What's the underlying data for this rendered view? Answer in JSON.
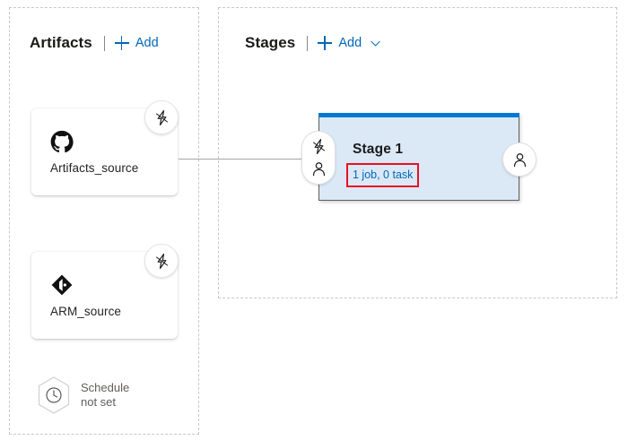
{
  "artifacts": {
    "title": "Artifacts",
    "add_label": "Add",
    "add_icon": "plus-icon",
    "cards": [
      {
        "label": "Artifacts_source",
        "icon": "github-icon",
        "badge_icon": "lightning-bolt-icon"
      },
      {
        "label": "ARM_source",
        "icon": "azure-repos-icon",
        "badge_icon": "lightning-bolt-icon"
      }
    ],
    "schedule": {
      "icon": "clock-icon",
      "line1": "Schedule",
      "line2": "not set"
    }
  },
  "stages": {
    "title": "Stages",
    "add_label": "Add",
    "add_icon": "plus-icon",
    "add_chevron_icon": "chevron-down-icon",
    "stage": {
      "name": "Stage 1",
      "summary": "1 job, 0 task",
      "pre_deployment_icons": [
        "lightning-bolt-icon",
        "person-icon"
      ],
      "post_deployment_icon": "person-icon",
      "topbar_color": "#0078d4",
      "fill_color": "#dbe9f7",
      "highlight_color": "#e81123",
      "link_color": "#0067b8"
    }
  }
}
